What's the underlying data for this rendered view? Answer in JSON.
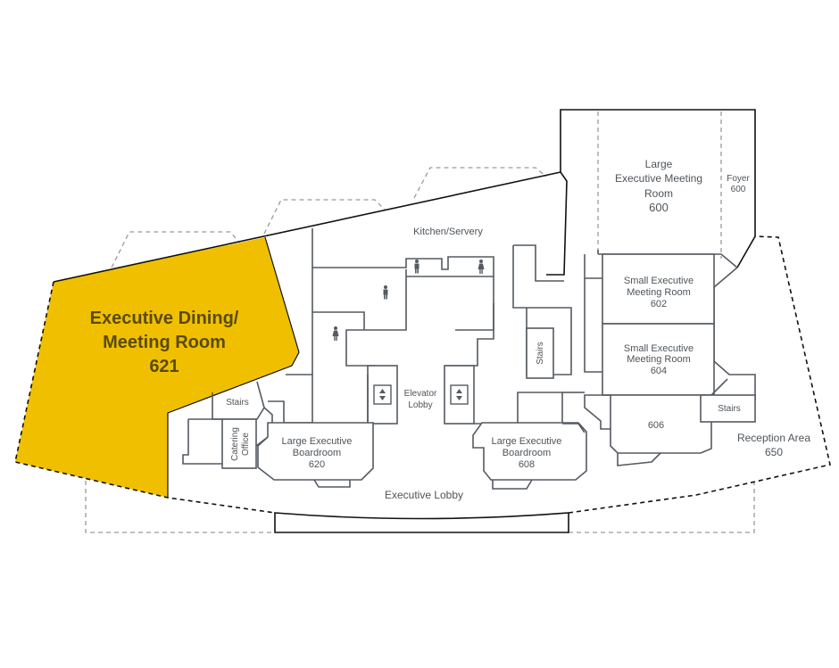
{
  "colors": {
    "highlight": "#f0c000",
    "highlight_text": "#5a4a0a",
    "wall": "#555a60",
    "label": "#4f5459"
  },
  "highlighted_room": {
    "line1": "Executive Dining/",
    "line2": "Meeting Room",
    "number": "621"
  },
  "rooms": {
    "large_meeting_600": {
      "line1": "Large",
      "line2": "Executive Meeting",
      "line3": "Room",
      "number": "600"
    },
    "foyer_600": {
      "line1": "Foyer",
      "number": "600"
    },
    "small_602": {
      "line1": "Small Executive",
      "line2": "Meeting Room",
      "number": "602"
    },
    "small_604": {
      "line1": "Small Executive",
      "line2": "Meeting Room",
      "number": "604"
    },
    "room_606": {
      "number": "606"
    },
    "stairs_east": {
      "label": "Stairs"
    },
    "reception_650": {
      "line1": "Reception Area",
      "number": "650"
    },
    "kitchen": {
      "label": "Kitchen/Servery"
    },
    "stairs_center": {
      "label": "Stairs"
    },
    "elevator_lobby": {
      "line1": "Elevator",
      "line2": "Lobby"
    },
    "boardroom_620": {
      "line1": "Large Executive",
      "line2": "Boardroom",
      "number": "620"
    },
    "boardroom_608": {
      "line1": "Large Executive",
      "line2": "Boardroom",
      "number": "608"
    },
    "executive_lobby": {
      "label": "Executive Lobby"
    },
    "stairs_west": {
      "label": "Stairs"
    },
    "catering_office": {
      "line1": "Catering",
      "line2": "Office"
    }
  },
  "icons": [
    "restroom-men-icon",
    "restroom-women-icon",
    "elevator-icon"
  ]
}
